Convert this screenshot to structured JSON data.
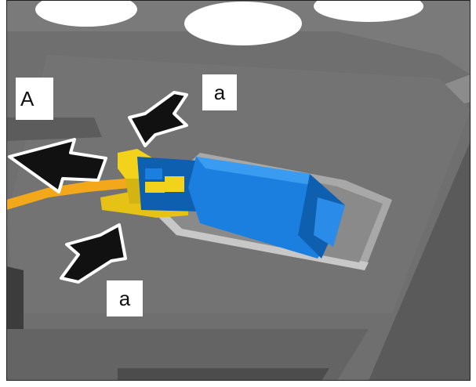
{
  "callouts": {
    "direction_label": "A",
    "press_label_top": "a",
    "press_label_bottom": "a"
  },
  "colors": {
    "tray": "#6f6f6f",
    "tray_dark": "#4c4c4c",
    "tray_light": "#8c8c8c",
    "connector_body": "#1b7fe0",
    "connector_shade": "#0f5fb0",
    "latch": "#f2d21a",
    "cable": "#f2a81a",
    "arrow_fill": "#111111",
    "arrow_outline": "#ffffff"
  }
}
